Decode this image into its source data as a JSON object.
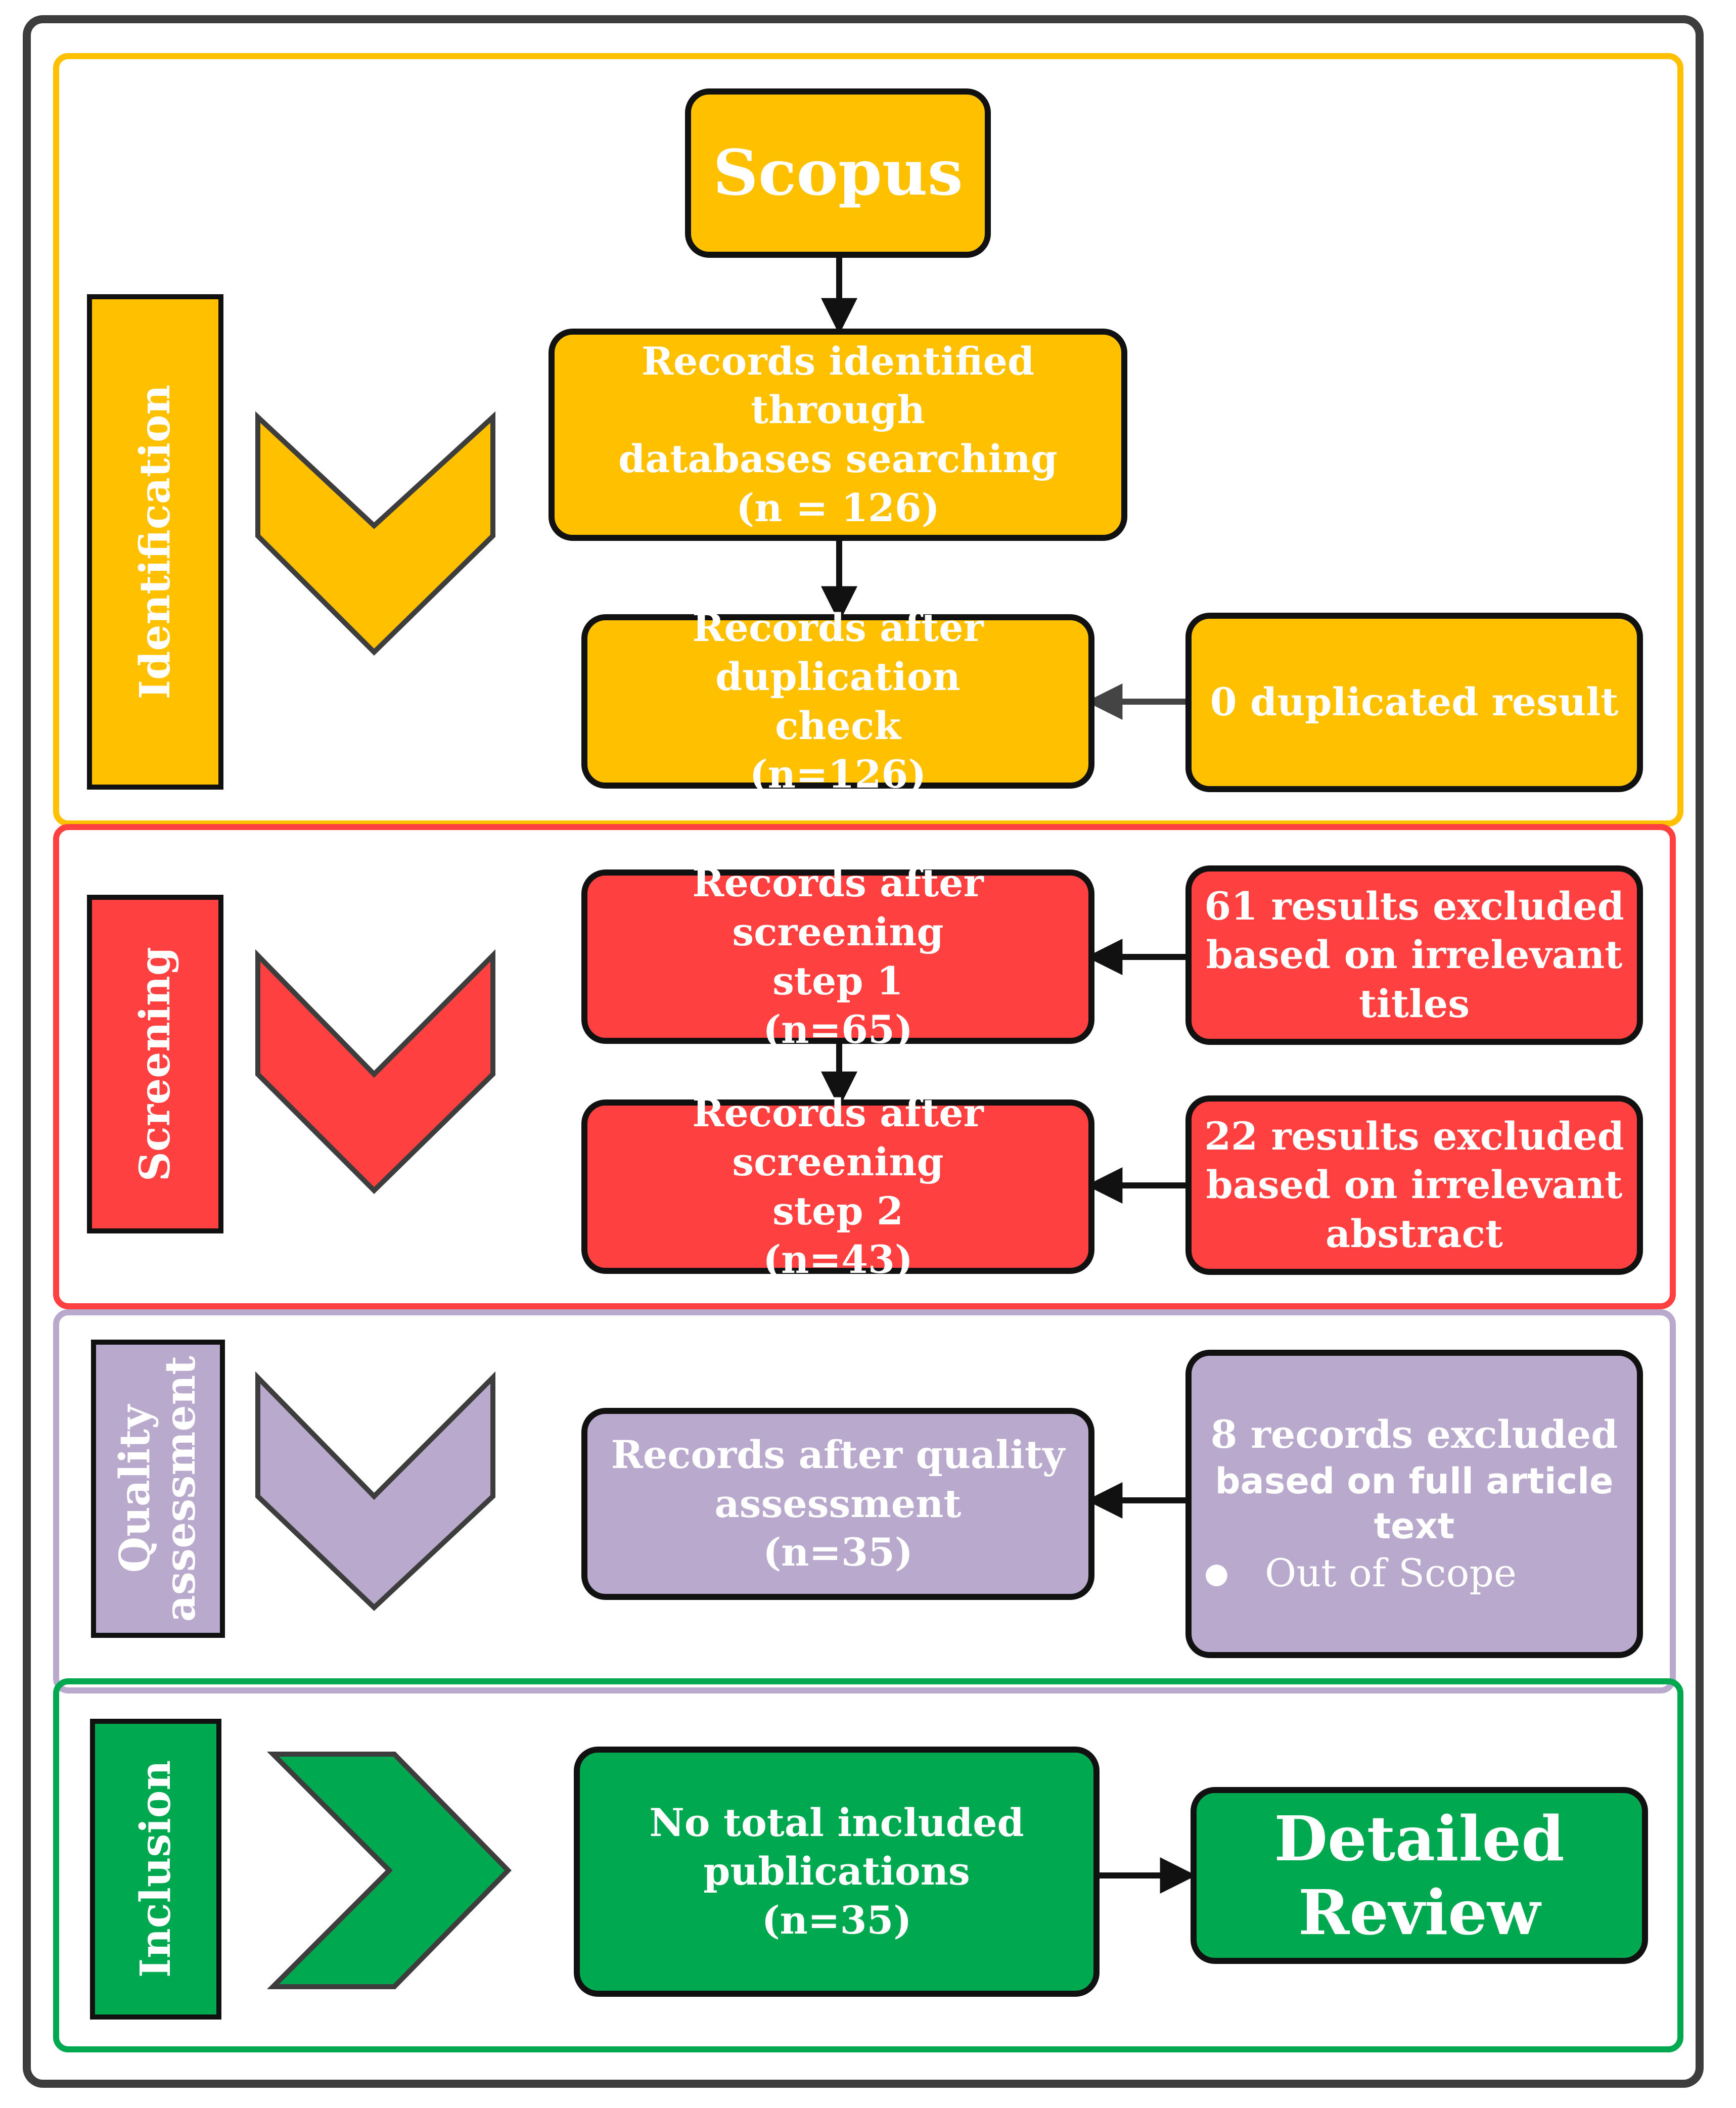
{
  "colors": {
    "identification": "#ffc000",
    "screening": "#ff4040",
    "quality": "#b8a9cd",
    "inclusion": "#00a84f"
  },
  "phases": {
    "identification": "Identification",
    "screening": "Screening",
    "quality_line1": "Quality",
    "quality_line2": "assessment",
    "inclusion": "Inclusion"
  },
  "boxes": {
    "scopus": "Scopus",
    "identified": {
      "line1": "Records identified through",
      "line2": "databases searching",
      "line3": "(n = 126)"
    },
    "dedup": {
      "line1": "Records after duplication",
      "line2": "check",
      "line3": "(n=126)"
    },
    "duplicates": "0 duplicated result",
    "screen1": {
      "line1": "Records after screening",
      "line2": "step 1",
      "line3": "(n=65)"
    },
    "excluded_titles": {
      "line1": "61 results excluded",
      "line2": "based on irrelevant",
      "line3": "titles"
    },
    "screen2": {
      "line1": "Records after screening",
      "line2": "step 2",
      "line3": "(n=43)"
    },
    "excluded_abstract": {
      "line1": "22 results excluded",
      "line2": "based on irrelevant",
      "line3": "abstract"
    },
    "quality": {
      "line1": "Records after quality",
      "line2": "assessment",
      "line3": "(n=35)"
    },
    "excluded_fulltext": {
      "line1": "8 records excluded",
      "line2": "based on full article text",
      "bullet": "Out of Scope"
    },
    "included": {
      "line1": "No total included",
      "line2": "publications",
      "line3": "(n=35)"
    },
    "review": {
      "line1": "Detailed",
      "line2": "Review"
    }
  }
}
